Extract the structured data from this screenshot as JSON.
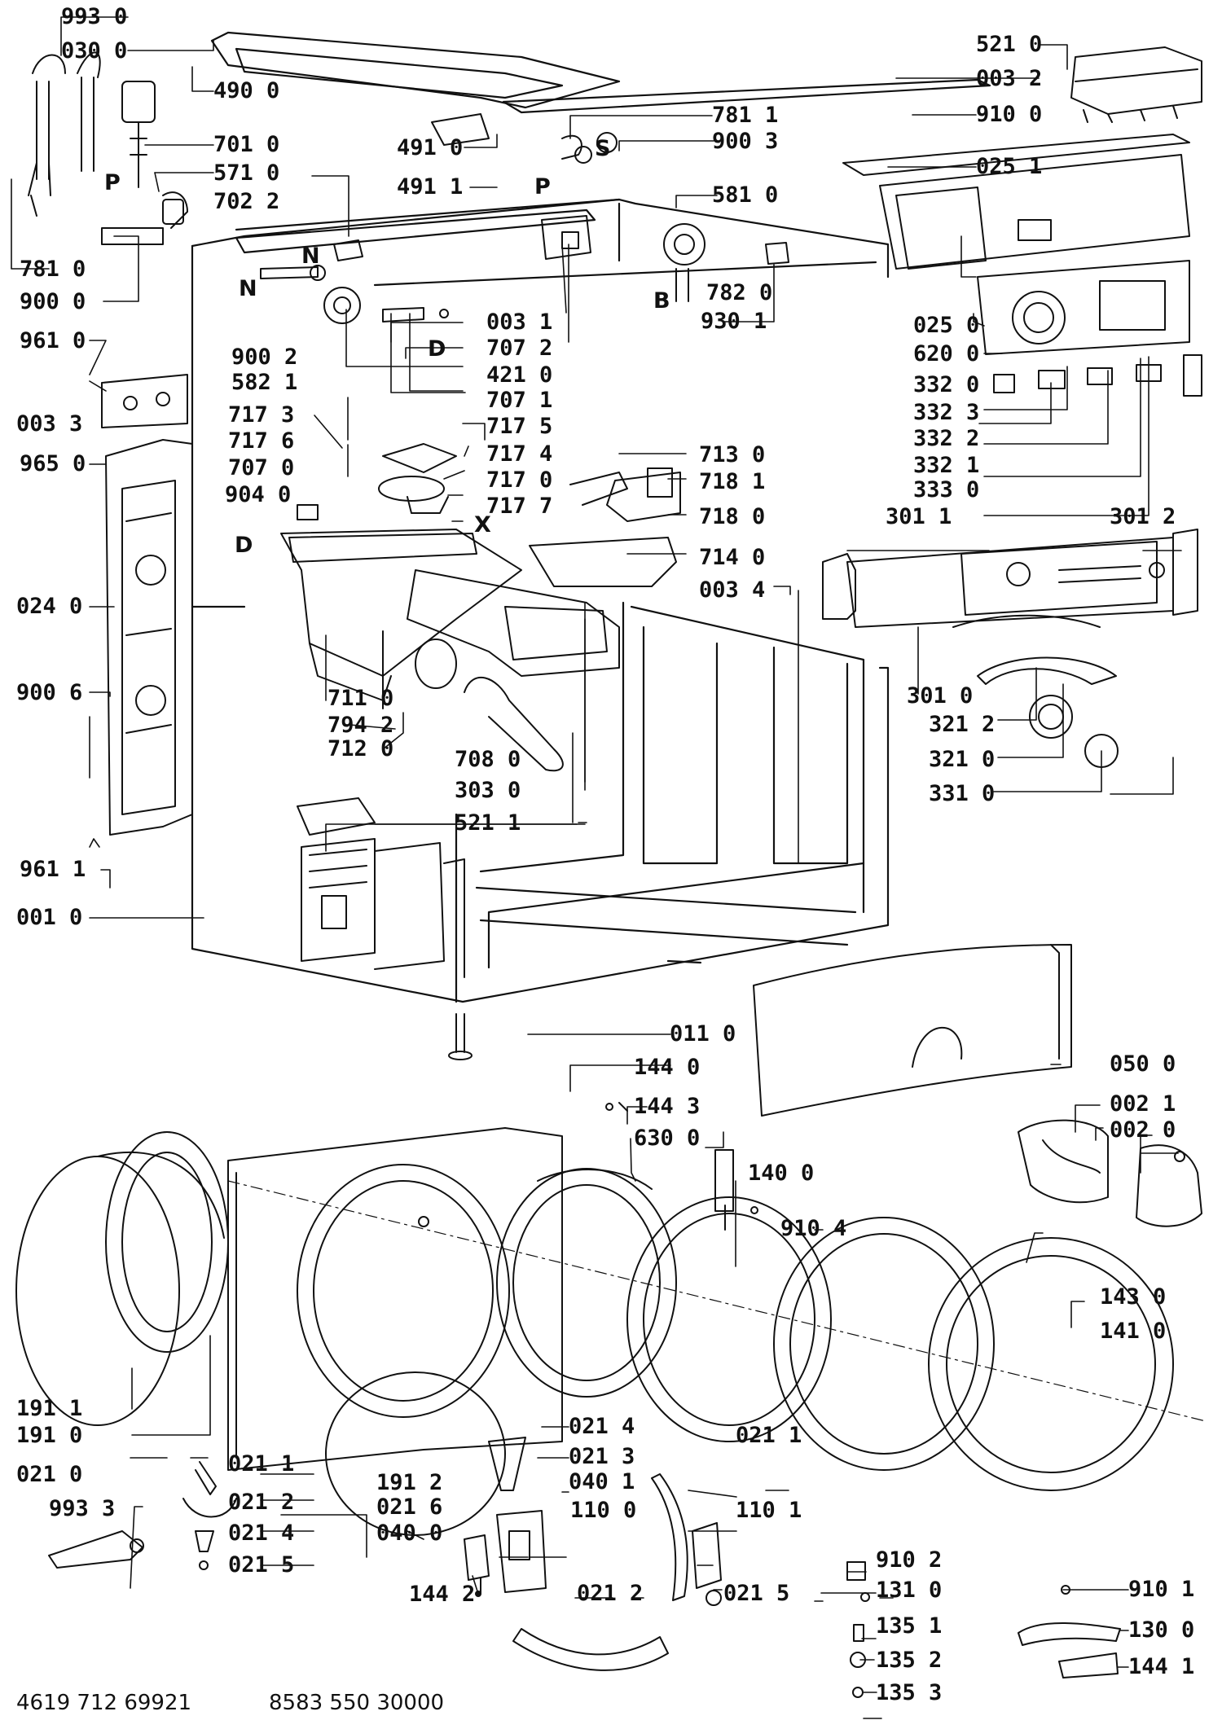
{
  "labels": {
    "p993_0": "993 0",
    "p030_0": "030 0",
    "p490_0": "490 0",
    "p701_0": "701 0",
    "p571_0": "571 0",
    "p702_2": "702 2",
    "p781_0": "781 0",
    "p900_0": "900 0",
    "p961_0": "961 0",
    "p003_3": "003 3",
    "p965_0": "965 0",
    "p024_0": "024 0",
    "p900_6": "900 6",
    "p961_1": "961 1",
    "p001_0": "001 0",
    "p491_0": "491 0",
    "p491_1": "491 1",
    "p781_1": "781 1",
    "p900_3": "900 3",
    "p581_0": "581 0",
    "p782_0": "782 0",
    "p930_1": "930 1",
    "p003_1": "003 1",
    "p707_2": "707 2",
    "p421_0": "421 0",
    "p900_2": "900 2",
    "p582_1": "582 1",
    "p707_1": "707 1",
    "p717_3": "717 3",
    "p717_6": "717 6",
    "p707_0": "707 0",
    "p904_0": "904 0",
    "p717_5": "717 5",
    "p717_4": "717 4",
    "p717_0": "717 0",
    "p717_7": "717 7",
    "p713_0": "713 0",
    "p718_1": "718 1",
    "p718_0": "718 0",
    "p714_0": "714 0",
    "p003_4": "003 4",
    "p711_0": "711 0",
    "p794_2": "794 2",
    "p712_0": "712 0",
    "p708_0": "708 0",
    "p303_0": "303 0",
    "p521_1": "521 1",
    "p521_0": "521 0",
    "p003_2": "003 2",
    "p910_0": "910 0",
    "p025_1": "025 1",
    "p025_0": "025 0",
    "p620_0": "620 0",
    "p332_0": "332 0",
    "p332_3": "332 3",
    "p332_2": "332 2",
    "p332_1": "332 1",
    "p333_0": "333 0",
    "p301_1": "301 1",
    "p301_2": "301 2",
    "p301_0": "301 0",
    "p321_2": "321 2",
    "p321_0": "321 0",
    "p331_0": "331 0",
    "p011_0": "011 0",
    "p144_0": "144 0",
    "p144_3": "144 3",
    "p630_0": "630 0",
    "p910_4": "910 4",
    "p050_0": "050 0",
    "p002_1": "002 1",
    "p002_0": "002 0",
    "p140_0": "140 0",
    "p143_0": "143 0",
    "p141_0": "141 0",
    "p191_1": "191 1",
    "p191_0": "191 0",
    "p021_0": "021 0",
    "p993_3": "993 3",
    "p021_1a": "021 1",
    "p021_2a": "021 2",
    "p021_4a": "021 4",
    "p021_5a": "021 5",
    "p191_2": "191 2",
    "p021_6": "021 6",
    "p040_0": "040 0",
    "p144_2": "144 2",
    "p021_4b": "021 4",
    "p021_3": "021 3",
    "p040_1": "040 1",
    "p110_0": "110 0",
    "p021_2b": "021 2",
    "p021_1b": "021 1",
    "p110_1": "110 1",
    "p021_5b": "021 5",
    "p910_2": "910 2",
    "p131_0": "131 0",
    "p135_1": "135 1",
    "p135_2": "135 2",
    "p135_3": "135 3",
    "p910_1": "910 1",
    "p130_0": "130 0",
    "p144_1": "144 1"
  },
  "letters": {
    "P1": "P",
    "N1": "N",
    "N2": "N",
    "D1": "D",
    "D2": "D",
    "S1": "S",
    "P2": "P",
    "B1": "B",
    "X1": "X"
  },
  "footer": {
    "code_left": "4619 712 69921",
    "code_right": "8583 550 30000"
  }
}
